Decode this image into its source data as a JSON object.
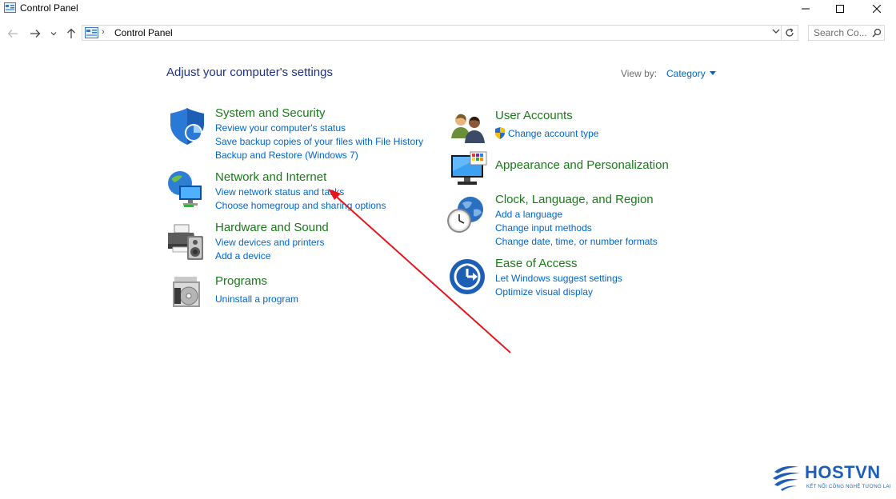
{
  "window": {
    "title": "Control Panel",
    "buttons": {
      "minimize": "minimize",
      "maximize": "maximize",
      "close": "close"
    }
  },
  "address": {
    "breadcrumb": "Control Panel",
    "separator": "›",
    "search_placeholder": "Search Co..."
  },
  "main": {
    "heading": "Adjust your computer's settings",
    "view_by_label": "View by:",
    "view_by_value": "Category",
    "categories": [
      {
        "title": "System and Security",
        "icon": "shield-icon",
        "links": [
          "Review your computer's status",
          "Save backup copies of your files with File History",
          "Backup and Restore (Windows 7)"
        ]
      },
      {
        "title": "Network and Internet",
        "icon": "network-globe-icon",
        "links": [
          "View network status and tasks",
          "Choose homegroup and sharing options"
        ]
      },
      {
        "title": "Hardware and Sound",
        "icon": "printer-speaker-icon",
        "links": [
          "View devices and printers",
          "Add a device"
        ]
      },
      {
        "title": "Programs",
        "icon": "programs-disc-icon",
        "links": [
          "Uninstall a program"
        ]
      },
      {
        "title": "User Accounts",
        "icon": "users-icon",
        "links": [
          "Change account type"
        ]
      },
      {
        "title": "Appearance and Personalization",
        "icon": "monitor-palette-icon",
        "links": []
      },
      {
        "title": "Clock, Language, and Region",
        "icon": "clock-globe-icon",
        "links": [
          "Add a language",
          "Change input methods",
          "Change date, time, or number formats"
        ]
      },
      {
        "title": "Ease of Access",
        "icon": "ease-of-access-icon",
        "links": [
          "Let Windows suggest settings",
          "Optimize visual display"
        ]
      }
    ]
  },
  "watermark": {
    "brand": "HOSTVN",
    "tagline": "KẾT NỐI CÔNG NGHỆ TƯƠNG LAI"
  },
  "colors": {
    "heading": "#1e3287",
    "category_title": "#1a7a1a",
    "link": "#0066cc",
    "annotation_arrow": "#e8141b"
  }
}
